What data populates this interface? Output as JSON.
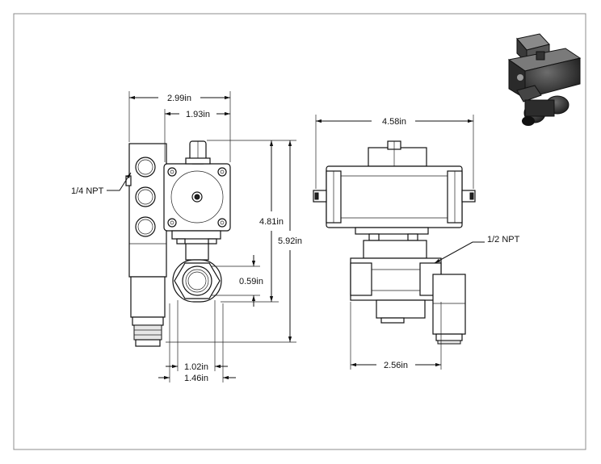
{
  "dimensions": {
    "side_overall_width": "2.99in",
    "side_actuator_width": "1.93in",
    "side_height_body": "4.81in",
    "side_height_overall": "5.92in",
    "side_port_offset": "0.59in",
    "side_body_width": "1.02in",
    "side_end_width": "1.46in",
    "front_actuator_length": "4.58in",
    "front_body_length": "2.56in"
  },
  "callouts": {
    "pilot_port": "1/4 NPT",
    "valve_port": "1/2 NPT"
  },
  "colors": {
    "line": "#111111",
    "frame": "#8c8c8c",
    "shading": "#e6e6e6"
  }
}
